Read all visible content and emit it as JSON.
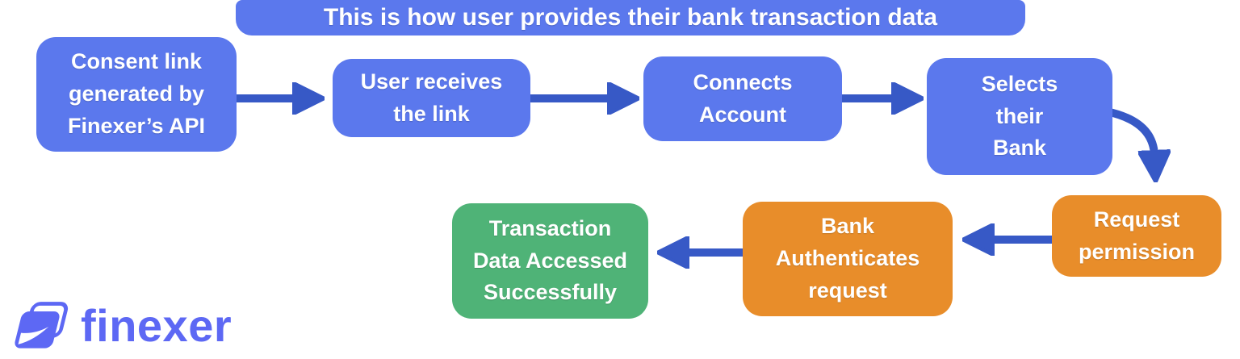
{
  "title": {
    "text": "This is how user provides their bank transaction data"
  },
  "nodes": [
    {
      "id": "consent",
      "color": "blue",
      "lines": [
        "Consent link",
        "generated by",
        "Finexer’s API"
      ]
    },
    {
      "id": "receive",
      "color": "blue",
      "lines": [
        "User receives",
        "the link"
      ]
    },
    {
      "id": "connect",
      "color": "blue",
      "lines": [
        "Connects",
        "Account"
      ]
    },
    {
      "id": "select",
      "color": "blue",
      "lines": [
        "Selects",
        "their",
        "Bank"
      ]
    },
    {
      "id": "request",
      "color": "orange",
      "lines": [
        "Request",
        "permission"
      ]
    },
    {
      "id": "authenticate",
      "color": "orange",
      "lines": [
        "Bank",
        "Authenticates",
        "request"
      ]
    },
    {
      "id": "success",
      "color": "green",
      "lines": [
        "Transaction",
        "Data Accessed",
        "Successfully"
      ]
    }
  ],
  "edges": [
    {
      "from": "consent",
      "to": "receive"
    },
    {
      "from": "receive",
      "to": "connect"
    },
    {
      "from": "connect",
      "to": "select"
    },
    {
      "from": "select",
      "to": "request"
    },
    {
      "from": "request",
      "to": "authenticate"
    },
    {
      "from": "authenticate",
      "to": "success"
    }
  ],
  "colors": {
    "node_blue": "#5b78ed",
    "node_orange": "#e88d2a",
    "node_green": "#4fb377",
    "arrow": "#3759c6",
    "banner": "#5b78ed",
    "logo": "#5d68f4",
    "text": "#ffffff"
  },
  "logo": {
    "text": "finexer",
    "icon": "finexer-folder-icon"
  }
}
